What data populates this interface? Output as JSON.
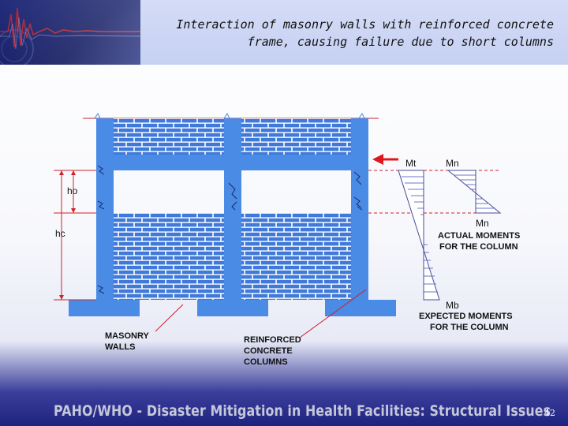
{
  "header": {
    "title": "Interaction of masonry walls with reinforced concrete\nframe, causing failure due to short columns"
  },
  "diagram": {
    "labels": {
      "mt": "Mt",
      "mn_top": "Mn",
      "ho": "ho",
      "hc": "hc",
      "mn_mid": "Mn",
      "actual_moments": [
        "ACTUAL MOMENTS",
        "FOR THE COLUMN"
      ],
      "mb": "Mb",
      "expected_moments": [
        "EXPECTED MOMENTS",
        "FOR THE COLUMN"
      ],
      "masonry_walls": [
        "MASONRY",
        "WALLS"
      ],
      "rc_columns": [
        "REINFORCED",
        "CONCRETE",
        "COLUMNS"
      ]
    },
    "colors": {
      "concrete": "#4a8be6",
      "brick": "#3f79d9",
      "mortar": "#ffffff",
      "arrow": "#e0161a",
      "dashed": "#d0202a"
    }
  },
  "footer": {
    "text": "PAHO/WHO - Disaster Mitigation in Health Facilities: Structural Issues",
    "page_number": "42"
  }
}
